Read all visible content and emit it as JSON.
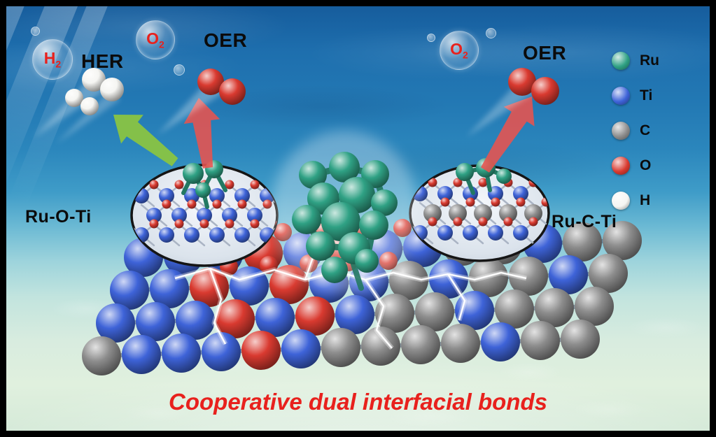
{
  "labels": {
    "her": "HER",
    "oer_left": "OER",
    "oer_right": "OER",
    "h2": {
      "base": "H",
      "sub": "2"
    },
    "o2_left": {
      "base": "O",
      "sub": "2"
    },
    "o2_right": {
      "base": "O",
      "sub": "2"
    },
    "bond_left": "Ru-O-Ti",
    "bond_right": "Ru-C-Ti",
    "caption": "Cooperative dual interfacial bonds"
  },
  "legend": {
    "items": [
      {
        "label": "Ru",
        "color": "#2fa184"
      },
      {
        "label": "Ti",
        "color": "#3e63d8"
      },
      {
        "label": "C",
        "color": "#8d8d8d"
      },
      {
        "label": "O",
        "color": "#d93a30"
      },
      {
        "label": "H",
        "color": "#f5f5f2"
      }
    ]
  },
  "colors": {
    "caption_red": "#e8211d",
    "gas_label_red": "#e8211d",
    "arrow_green": "#8cc63f",
    "arrow_red": "#e8534e",
    "ocean_top": "#155a9a",
    "ocean_bottom": "#d4e9d8",
    "label_black": "#0b0b0b"
  }
}
